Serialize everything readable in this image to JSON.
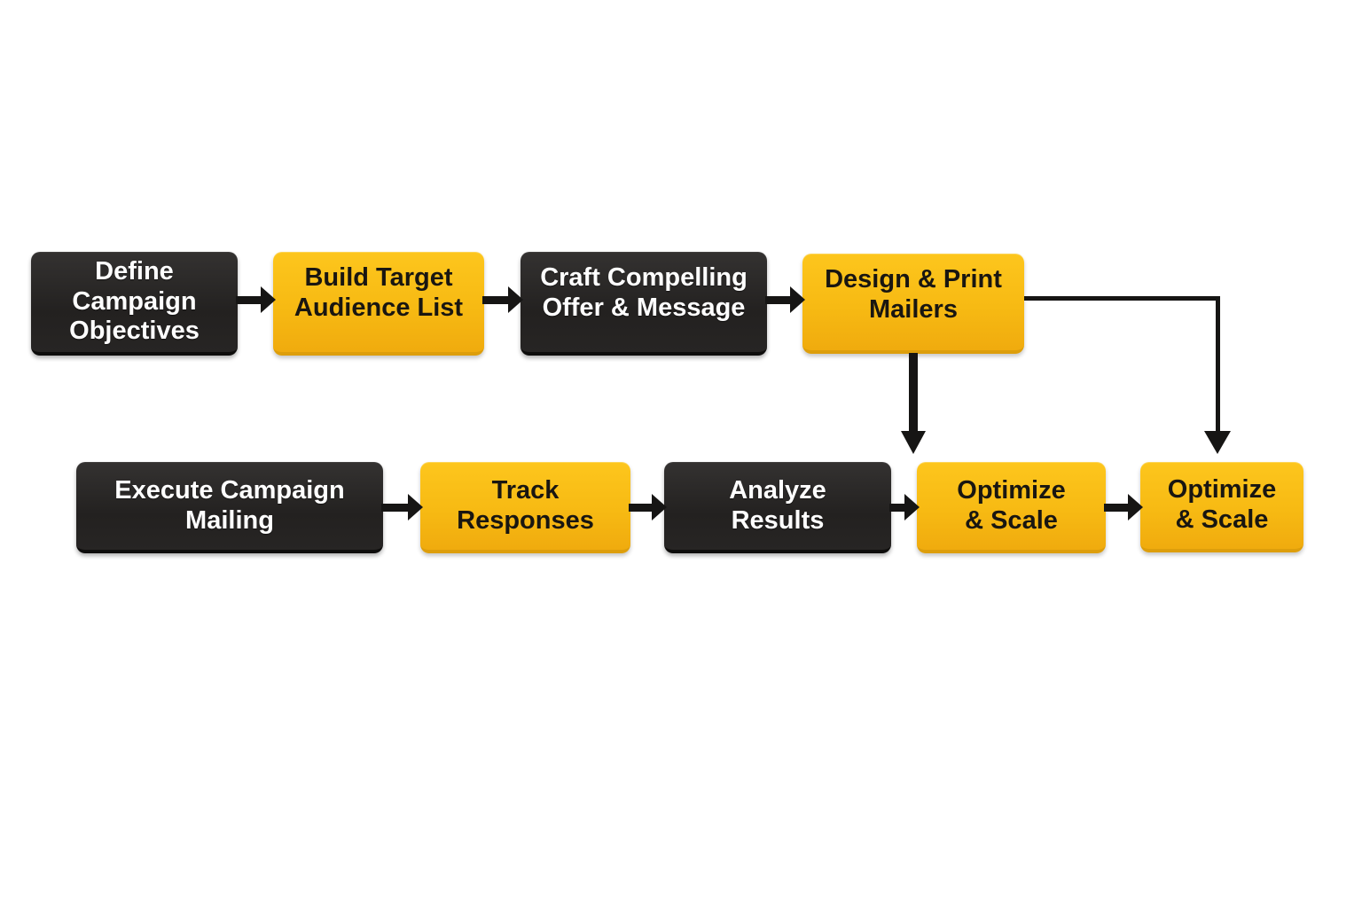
{
  "diagram": {
    "type": "flowchart",
    "background": "#ffffff",
    "palette": {
      "box_dark": "#262423",
      "box_yellow": "#f7ba13",
      "arrow": "#161514",
      "text_on_dark": "#ffffff",
      "text_on_yellow": "#191611"
    },
    "nodes": [
      {
        "id": "define-campaign-objectives",
        "label": "Define\nCampaign\nObjectives",
        "style": "dark"
      },
      {
        "id": "build-target-audience-list",
        "label": "Build Target\nAudience List",
        "style": "yellow"
      },
      {
        "id": "craft-compelling-offer-message",
        "label": "Craft Compelling\nOffer & Message",
        "style": "dark"
      },
      {
        "id": "design-print-mailers",
        "label": "Design & Print\nMailers",
        "style": "yellow"
      },
      {
        "id": "execute-campaign-mailing",
        "label": "Execute Campaign\nMailing",
        "style": "dark"
      },
      {
        "id": "track-responses",
        "label": "Track\nResponses",
        "style": "yellow"
      },
      {
        "id": "analyze-results",
        "label": "Analyze\nResults",
        "style": "dark"
      },
      {
        "id": "optimize-scale-1",
        "label": "Optimize\n& Scale",
        "style": "yellow"
      },
      {
        "id": "optimize-scale-2",
        "label": "Optimize\n& Scale",
        "style": "yellow"
      }
    ],
    "edges": [
      {
        "from": "define-campaign-objectives",
        "to": "build-target-audience-list",
        "kind": "straight"
      },
      {
        "from": "build-target-audience-list",
        "to": "craft-compelling-offer-message",
        "kind": "straight"
      },
      {
        "from": "craft-compelling-offer-message",
        "to": "design-print-mailers",
        "kind": "straight"
      },
      {
        "from": "design-print-mailers",
        "to": "optimize-scale-1",
        "kind": "straight-down"
      },
      {
        "from": "design-print-mailers",
        "to": "optimize-scale-2",
        "kind": "elbow"
      },
      {
        "from": "execute-campaign-mailing",
        "to": "track-responses",
        "kind": "straight"
      },
      {
        "from": "track-responses",
        "to": "analyze-results",
        "kind": "straight"
      },
      {
        "from": "analyze-results",
        "to": "optimize-scale-1",
        "kind": "straight"
      },
      {
        "from": "optimize-scale-1",
        "to": "optimize-scale-2",
        "kind": "straight"
      }
    ]
  }
}
